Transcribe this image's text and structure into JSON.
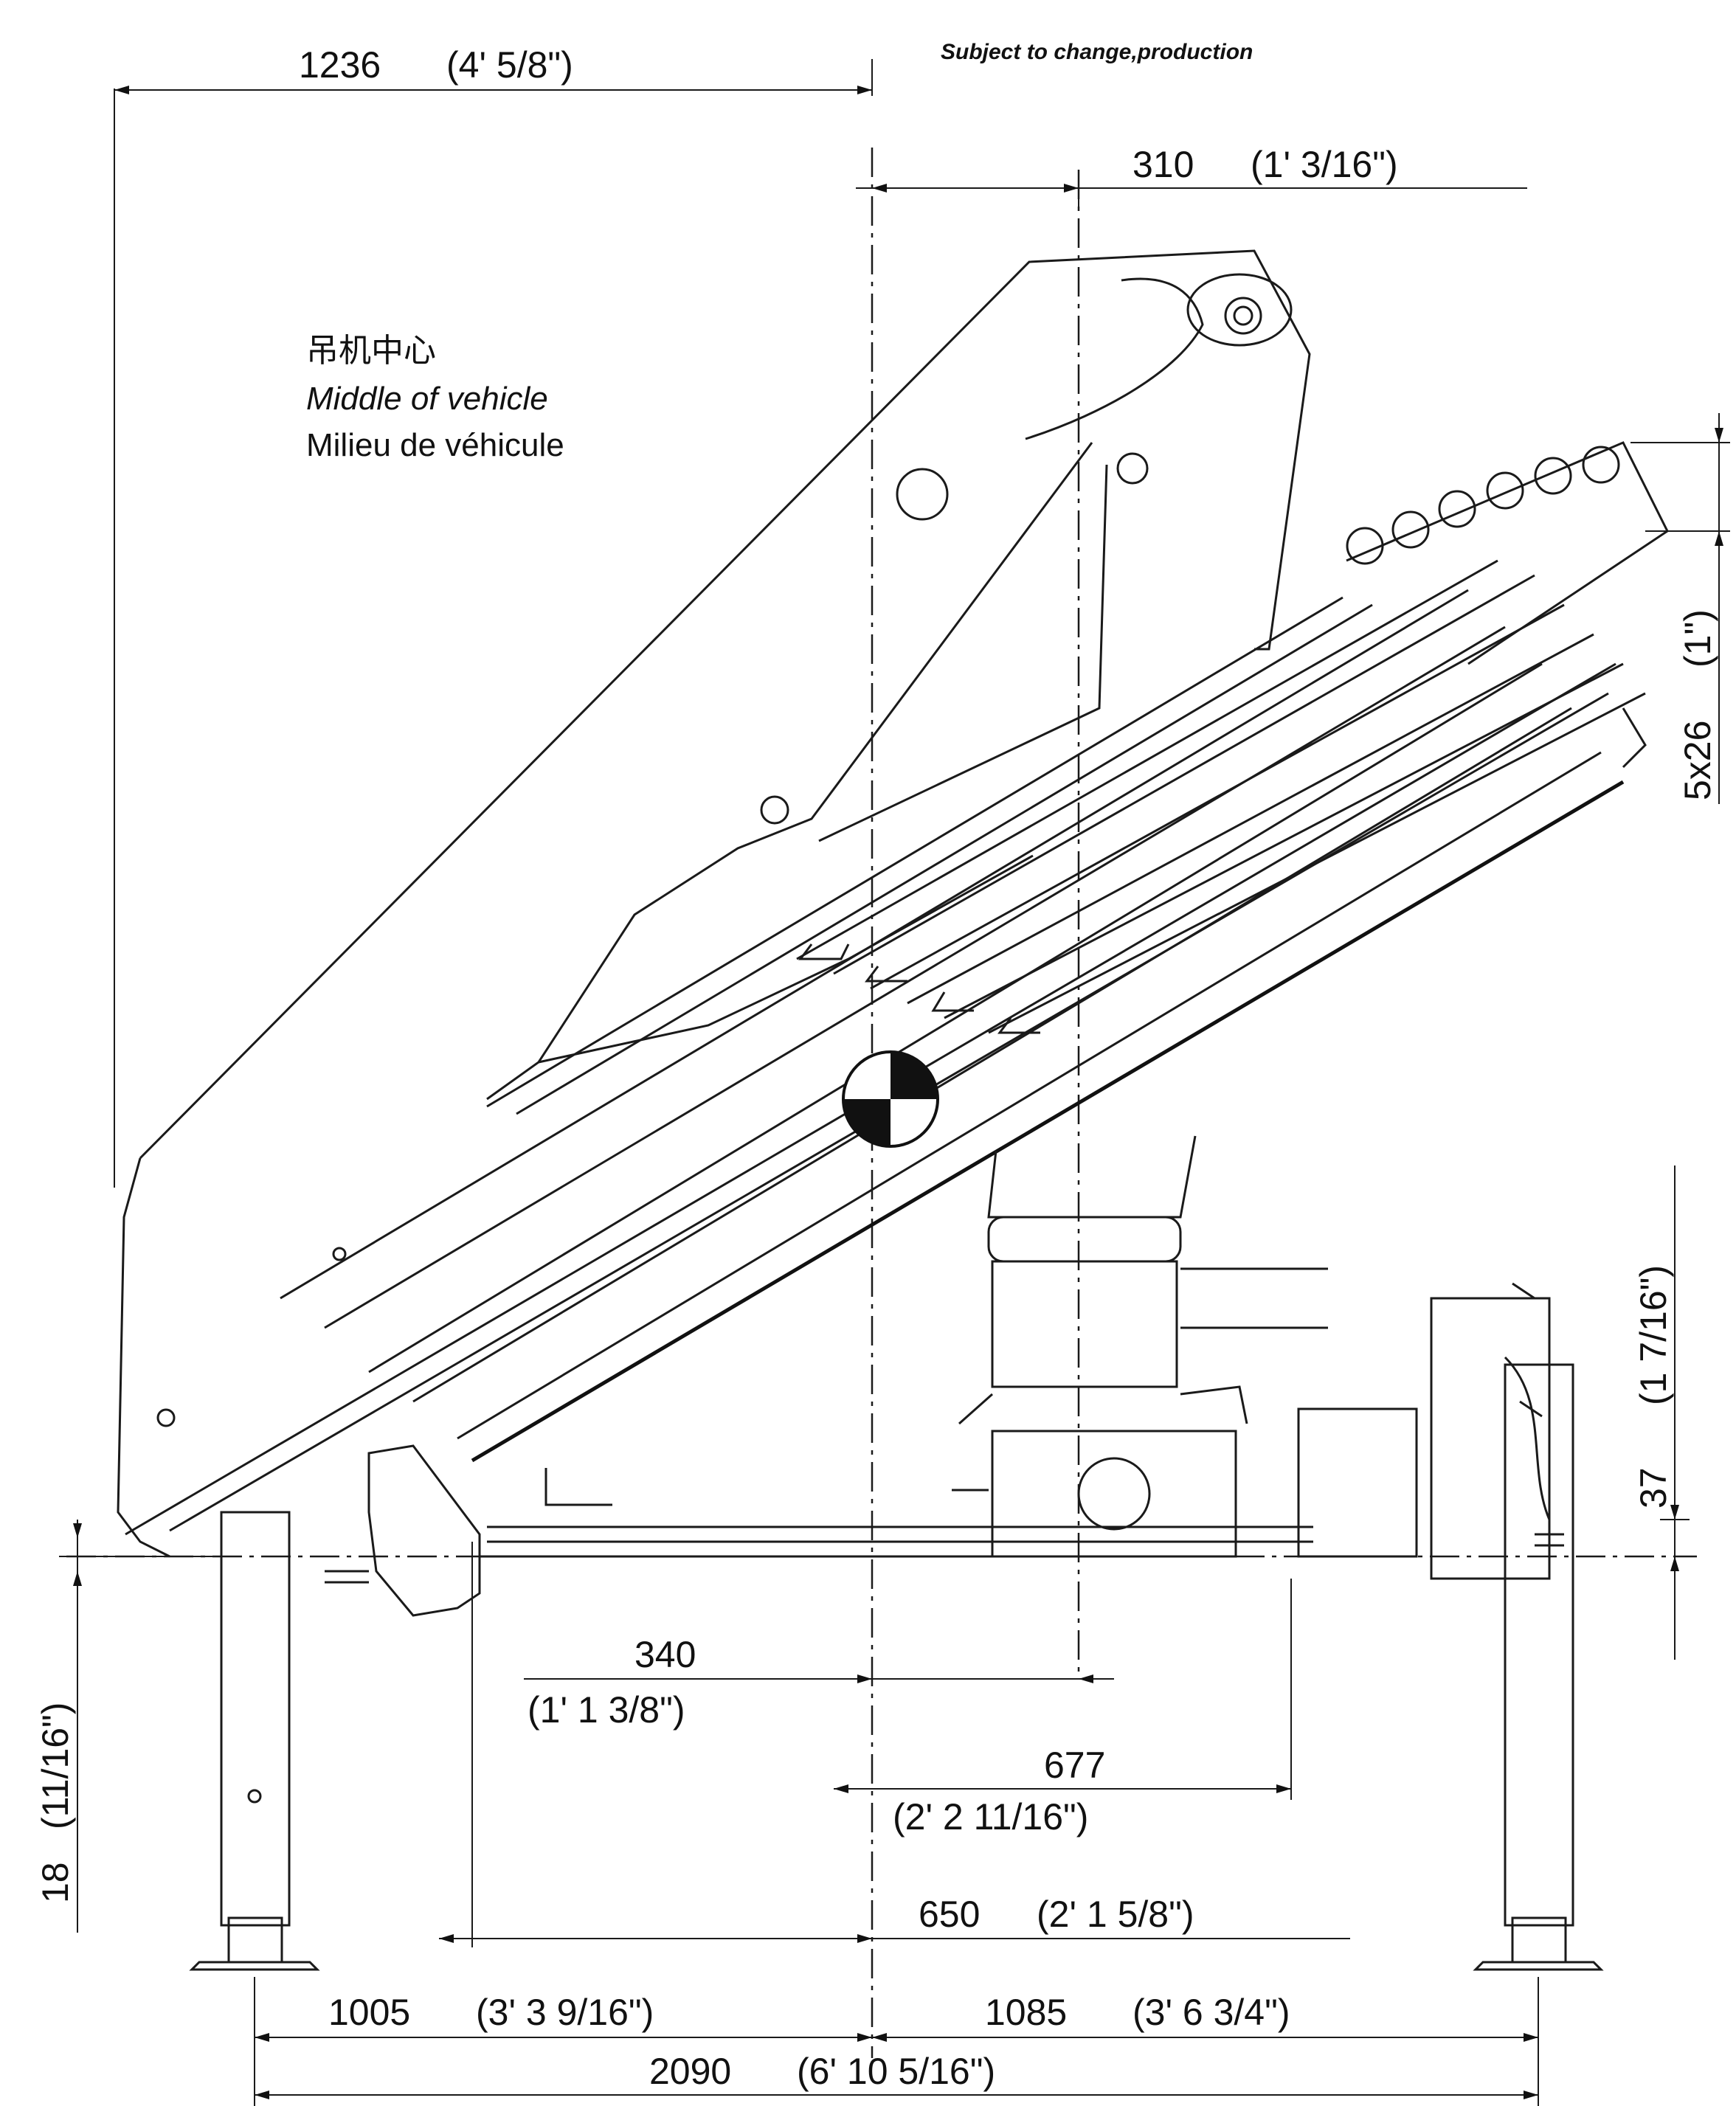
{
  "note": "Subject to change,production",
  "center_label": {
    "zh": "吊机中心",
    "en": "Middle of vehicle",
    "fr": "Milieu de véhicule"
  },
  "dimensions": {
    "top_width": "1236",
    "top_width_imp": "(4' 5/8\")",
    "top_offset": "310",
    "top_offset_imp": "(1' 3/16\")",
    "right_hook": "5x26",
    "right_hook_imp": "(1\")",
    "right_height": "37",
    "right_height_imp": "(1 7/16\")",
    "left_height": "18",
    "left_height_imp": "(11/16\")",
    "mid_340": "340",
    "mid_340_imp": "(1' 1 3/8\")",
    "mid_677": "677",
    "mid_677_imp": "(2' 2 11/16\")",
    "mid_650": "650",
    "mid_650_imp": "(2' 1 5/8\")",
    "left_span": "1005",
    "left_span_imp": "(3' 3 9/16\")",
    "right_span": "1085",
    "right_span_imp": "(3' 6 3/4\")",
    "total_span": "2090",
    "total_span_imp": "(6' 10 5/16\")"
  }
}
